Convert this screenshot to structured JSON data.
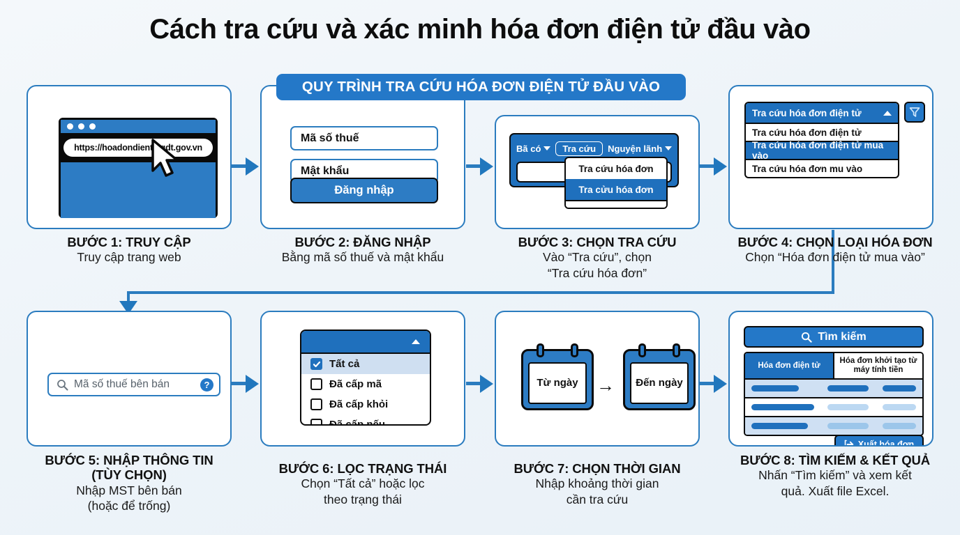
{
  "page": {
    "title": "Cách tra cứu và xác minh hóa đơn điện tử đầu vào",
    "banner": "QUY TRÌNH TRA CỨU HÓA ĐƠN ĐIỆN TỬ ĐẦU VÀO",
    "accent_blue": "#2478c8",
    "dark_blue": "#1f70bd",
    "border_blue": "#2b7cbf",
    "background": "#eef4f9"
  },
  "steps": [
    {
      "id": "step1",
      "caption_title": "BƯỚC 1: TRUY CẬP",
      "caption_sub": [
        "Truy cập trang web"
      ],
      "browser": {
        "url": "https://hoadondientu.gdt.gov.vn"
      }
    },
    {
      "id": "step2",
      "caption_title": "BƯỚC 2: ĐĂNG NHẬP",
      "caption_sub": [
        "Bằng mã số thuế và mật khẩu"
      ],
      "fields": [
        "Mã số thuế",
        "Mật khẩu"
      ],
      "submit_label": "Đăng nhập"
    },
    {
      "id": "step3",
      "caption_title": "BƯỚC 3: CHỌN TRA CỨU",
      "caption_sub": [
        "Vào “Tra cứu”, chọn",
        "“Tra cứu hóa đơn”"
      ],
      "nav": [
        {
          "label": "Bã có",
          "has_caret": true,
          "boxed": false
        },
        {
          "label": "Tra cứu",
          "has_caret": false,
          "boxed": true
        },
        {
          "label": "Nguyện lãnh",
          "has_caret": true,
          "boxed": false
        }
      ],
      "search_value": "",
      "dropdown": [
        {
          "label": "Tra cứu hóa đơn",
          "selected": false
        },
        {
          "label": "Tra cửu hóa đơn",
          "selected": true
        }
      ]
    },
    {
      "id": "step4",
      "caption_title": "BƯỚC 4: CHỌN LOẠI HÓA ĐƠN",
      "caption_sub": [
        "Chọn “Hóa đơn điện tử mua vào”"
      ],
      "dropdown_header": "Tra cứu hóa đơn điện tử",
      "dropdown_items": [
        {
          "label": "Tra cứu hóa đơn điện tử",
          "selected": false
        },
        {
          "label": "Tra cứu hóa đơn điện tử mua vào",
          "selected": true
        },
        {
          "label": "Tra cứu hóa đơn mu vào",
          "selected": false
        }
      ]
    },
    {
      "id": "step5",
      "caption_title": "BƯỚC 5: NHẬP THÔNG TIN (TÙY CHỌN)",
      "caption_title_lines": [
        "BƯỚC 5: NHẬP THÔNG TIN",
        "(TÙY CHỌN)"
      ],
      "caption_sub": [
        "Nhập MST bên bán",
        "(hoặc để trống)"
      ],
      "input_placeholder": "Mã số thuế bên bán",
      "help_label": "?"
    },
    {
      "id": "step6",
      "caption_title": "BƯỚC 6: LỌC TRẠNG THÁI",
      "caption_sub": [
        "Chọn “Tất cả” hoặc lọc",
        "theo trạng thái"
      ],
      "options": [
        {
          "label": "Tất cả",
          "checked": true,
          "highlighted": true
        },
        {
          "label": "Đã cấp mã",
          "checked": false,
          "highlighted": false
        },
        {
          "label": "Đã cấp khỏi",
          "checked": false,
          "highlighted": false
        },
        {
          "label": "Đã cấp nếu",
          "checked": false,
          "highlighted": false
        }
      ]
    },
    {
      "id": "step7",
      "caption_title": "BƯỚC 7: CHỌN THỜI GIAN",
      "caption_sub": [
        "Nhập khoảng thời gian",
        "cần tra cứu"
      ],
      "date_from": "Từ ngày",
      "date_to": "Đến ngày",
      "arrow": "→"
    },
    {
      "id": "step8",
      "caption_title": "BƯỚC 8: TÌM KIẾM & KẾT QUẢ",
      "caption_sub": [
        "Nhấn “Tìm kiếm” và xem kết",
        "quả. Xuất file Excel."
      ],
      "search_button": "Tìm kiếm",
      "tabs": [
        {
          "label": "Hóa đơn điện tử",
          "active": true
        },
        {
          "label": "Hóa đơn khởi tạo từ máy tính tiền",
          "active": false
        }
      ],
      "export_button": "Xuất hóa đơn",
      "result_rows": 3
    }
  ]
}
